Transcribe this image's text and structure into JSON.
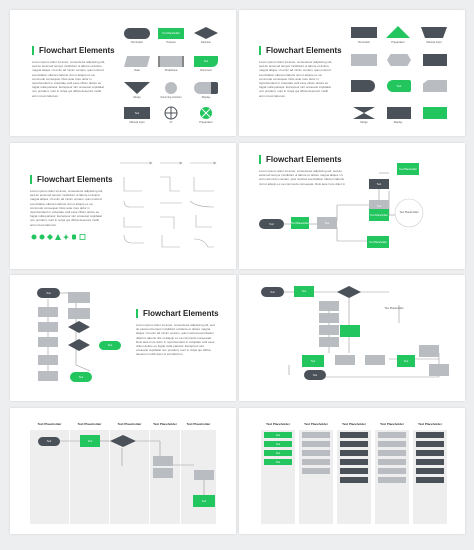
{
  "slides": {
    "s1": {
      "title": "Flowchart Elements"
    },
    "s2": {
      "title": "Flowchart Elements"
    },
    "s3": {
      "title": "Flowchart Elements"
    },
    "s4": {
      "title": "Flowchart Elements"
    },
    "s5": {
      "title": "Flowchart Elements"
    }
  },
  "paragraph": "Lorem ipsum dolor sit amet, consectetur adipiscing elit, sed do eiusmod tempor incididunt ut labore et dolore magna aliqua. Ut enim ad minim veniam, quis nostrud exercitation ullamco laboris nisi ut aliquip ex ea commodo consequat. Duis aute irure dolor in reprehenderit in voluptate velit esse cillum dolore eu fugiat nulla pariatur. Excepteur sint occaecat cupidatat non proident, sunt in culpa qui officia deserunt mollit anim id est laborum.",
  "shape_label": "Text Placeholder",
  "short_label": "Text",
  "column_header": "Text Placeholder",
  "captions": [
    "Terminator",
    "Process",
    "Decision",
    "Data",
    "Predefined",
    "Document",
    "Manual Input",
    "Preparation",
    "Merge",
    "Display",
    "Or",
    "Summing Junction"
  ],
  "colors": {
    "accent": "#22c55e",
    "dark": "#4b5158",
    "light": "#b9bcc1"
  },
  "icons": [
    "circle-icon",
    "hexagon-icon",
    "diamond-icon",
    "triangle-icon",
    "star-icon",
    "cylinder-icon",
    "rectangle-icon"
  ]
}
